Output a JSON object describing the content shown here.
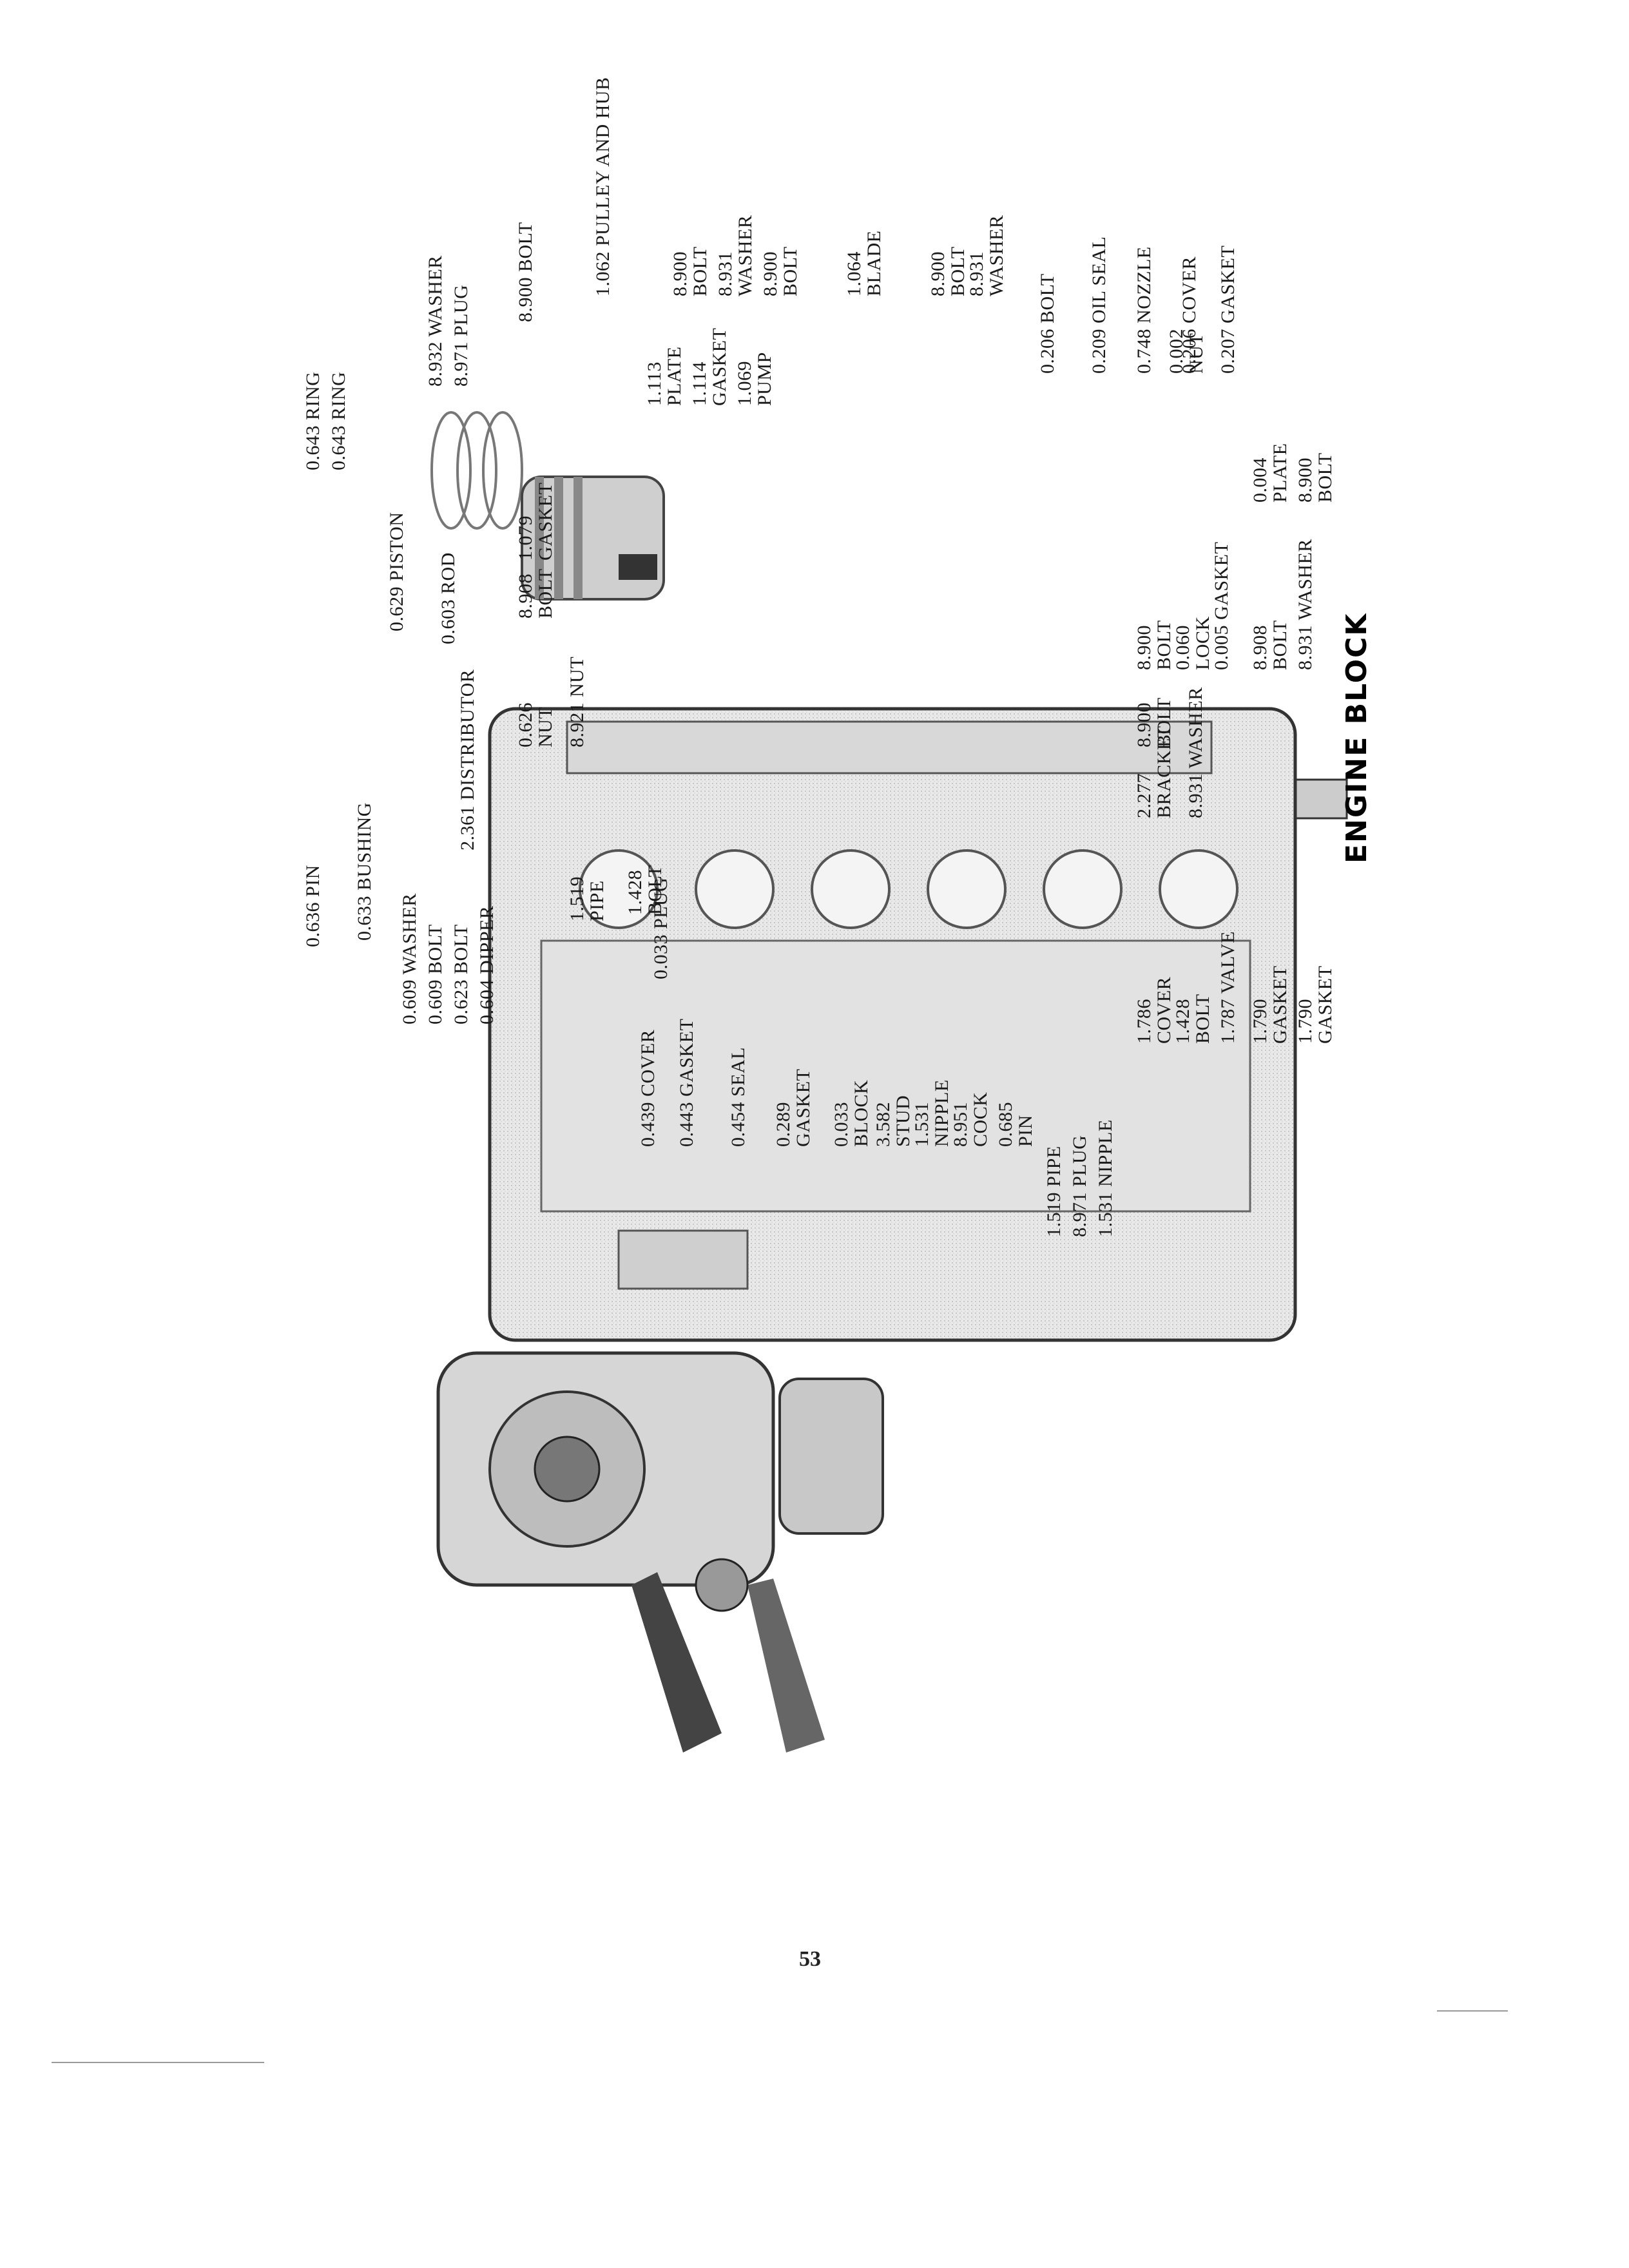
{
  "page": {
    "title": "ENGINE BLOCK",
    "page_number": "53"
  },
  "callouts": [
    {
      "id": "ring1",
      "number": "0.643",
      "name": "RING"
    },
    {
      "id": "ring2",
      "number": "0.643",
      "name": "RING"
    },
    {
      "id": "piston",
      "number": "0.629",
      "name": "PISTON"
    },
    {
      "id": "rod",
      "number": "0.603",
      "name": "ROD"
    },
    {
      "id": "distributor",
      "number": "2.361",
      "name": "DISTRIBUTOR"
    },
    {
      "id": "pin636",
      "number": "0.636",
      "name": "PIN"
    },
    {
      "id": "bushing",
      "number": "0.633",
      "name": "BUSHING"
    },
    {
      "id": "washer609",
      "number": "0.609",
      "name": "WASHER"
    },
    {
      "id": "bolt609",
      "number": "0.609",
      "name": "BOLT"
    },
    {
      "id": "bolt623",
      "number": "0.623",
      "name": "BOLT"
    },
    {
      "id": "dipper",
      "number": "0.604",
      "name": "DIPPER"
    },
    {
      "id": "nut626",
      "number": "0.626",
      "name": "NUT"
    },
    {
      "id": "nut8921",
      "number": "8.921",
      "name": "NUT"
    },
    {
      "id": "pipe1519a",
      "number": "1.519",
      "name": "PIPE"
    },
    {
      "id": "bolt1428a",
      "number": "1.428",
      "name": "BOLT"
    },
    {
      "id": "plug033",
      "number": "0.033",
      "name": "PLUG"
    },
    {
      "id": "cover439",
      "number": "0.439",
      "name": "COVER"
    },
    {
      "id": "gasket443",
      "number": "0.443",
      "name": "GASKET"
    },
    {
      "id": "seal454",
      "number": "0.454",
      "name": "SEAL"
    },
    {
      "id": "gasket289",
      "number": "0.289",
      "name": "GASKET"
    },
    {
      "id": "block033",
      "number": "0.033",
      "name": "BLOCK"
    },
    {
      "id": "stud3582",
      "number": "3.582",
      "name": "STUD"
    },
    {
      "id": "nipple1531a",
      "number": "1.531",
      "name": "NIPPLE"
    },
    {
      "id": "cock8951",
      "number": "8.951",
      "name": "COCK"
    },
    {
      "id": "pin685",
      "number": "0.685",
      "name": "PIN"
    },
    {
      "id": "pipe1519b",
      "number": "1.519",
      "name": "PIPE"
    },
    {
      "id": "plug8971a",
      "number": "8.971",
      "name": "PLUG"
    },
    {
      "id": "nipple1531b",
      "number": "1.531",
      "name": "NIPPLE"
    },
    {
      "id": "cover1786",
      "number": "1.786",
      "name": "COVER"
    },
    {
      "id": "bolt1428b",
      "number": "1.428",
      "name": "BOLT"
    },
    {
      "id": "valve1787",
      "number": "1.787",
      "name": "VALVE"
    },
    {
      "id": "gasket1790a",
      "number": "1.790",
      "name": "GASKET"
    },
    {
      "id": "gasket1790b",
      "number": "1.790",
      "name": "GASKET"
    },
    {
      "id": "bracket2277",
      "number": "2.277",
      "name": "BRACKET"
    },
    {
      "id": "washer8931a",
      "number": "8.931",
      "name": "WASHER"
    },
    {
      "id": "bolt8900a",
      "number": "8.900",
      "name": "BOLT"
    },
    {
      "id": "bolt8900b",
      "number": "8.900",
      "name": "BOLT"
    },
    {
      "id": "lock060",
      "number": "0.060",
      "name": "LOCK"
    },
    {
      "id": "gasket005",
      "number": "0.005",
      "name": "GASKET"
    },
    {
      "id": "bolt8908a",
      "number": "8.908",
      "name": "BOLT"
    },
    {
      "id": "washer8931b",
      "number": "8.931",
      "name": "WASHER"
    },
    {
      "id": "bolt8908b",
      "number": "8.908",
      "name": "BOLT"
    },
    {
      "id": "gasket1079",
      "number": "1.079",
      "name": "GASKET"
    },
    {
      "id": "plate004",
      "number": "0.004",
      "name": "PLATE"
    },
    {
      "id": "bolt8900c",
      "number": "8.900",
      "name": "BOLT"
    },
    {
      "id": "plate1113",
      "number": "1.113",
      "name": "PLATE"
    },
    {
      "id": "gasket1114",
      "number": "1.114",
      "name": "GASKET"
    },
    {
      "id": "pump1069",
      "number": "1.069",
      "name": "PUMP"
    },
    {
      "id": "nut002",
      "number": "0.002",
      "name": "NUT"
    },
    {
      "id": "washer8932",
      "number": "8.932",
      "name": "WASHER"
    },
    {
      "id": "plug8971b",
      "number": "8.971",
      "name": "PLUG"
    },
    {
      "id": "bolt8900d",
      "number": "8.900",
      "name": "BOLT"
    },
    {
      "id": "pulley1062",
      "number": "1.062",
      "name": "PULLEY AND HUB"
    },
    {
      "id": "bolt8900e",
      "number": "8.900",
      "name": "BOLT"
    },
    {
      "id": "washer8931c",
      "number": "8.931",
      "name": "WASHER"
    },
    {
      "id": "bolt8900f",
      "number": "8.900",
      "name": "BOLT"
    },
    {
      "id": "blade1064",
      "number": "1.064",
      "name": "BLADE"
    },
    {
      "id": "bolt8900g",
      "number": "8.900",
      "name": "BOLT"
    },
    {
      "id": "washer8931d",
      "number": "8.931",
      "name": "WASHER"
    },
    {
      "id": "bolt206",
      "number": "0.206",
      "name": "BOLT"
    },
    {
      "id": "oilseal209",
      "number": "0.209",
      "name": "OIL SEAL"
    },
    {
      "id": "nozzle748",
      "number": "0.748",
      "name": "NOZZLE"
    },
    {
      "id": "cover206",
      "number": "0.206",
      "name": "COVER"
    },
    {
      "id": "gasket207",
      "number": "0.207",
      "name": "GASKET"
    }
  ]
}
